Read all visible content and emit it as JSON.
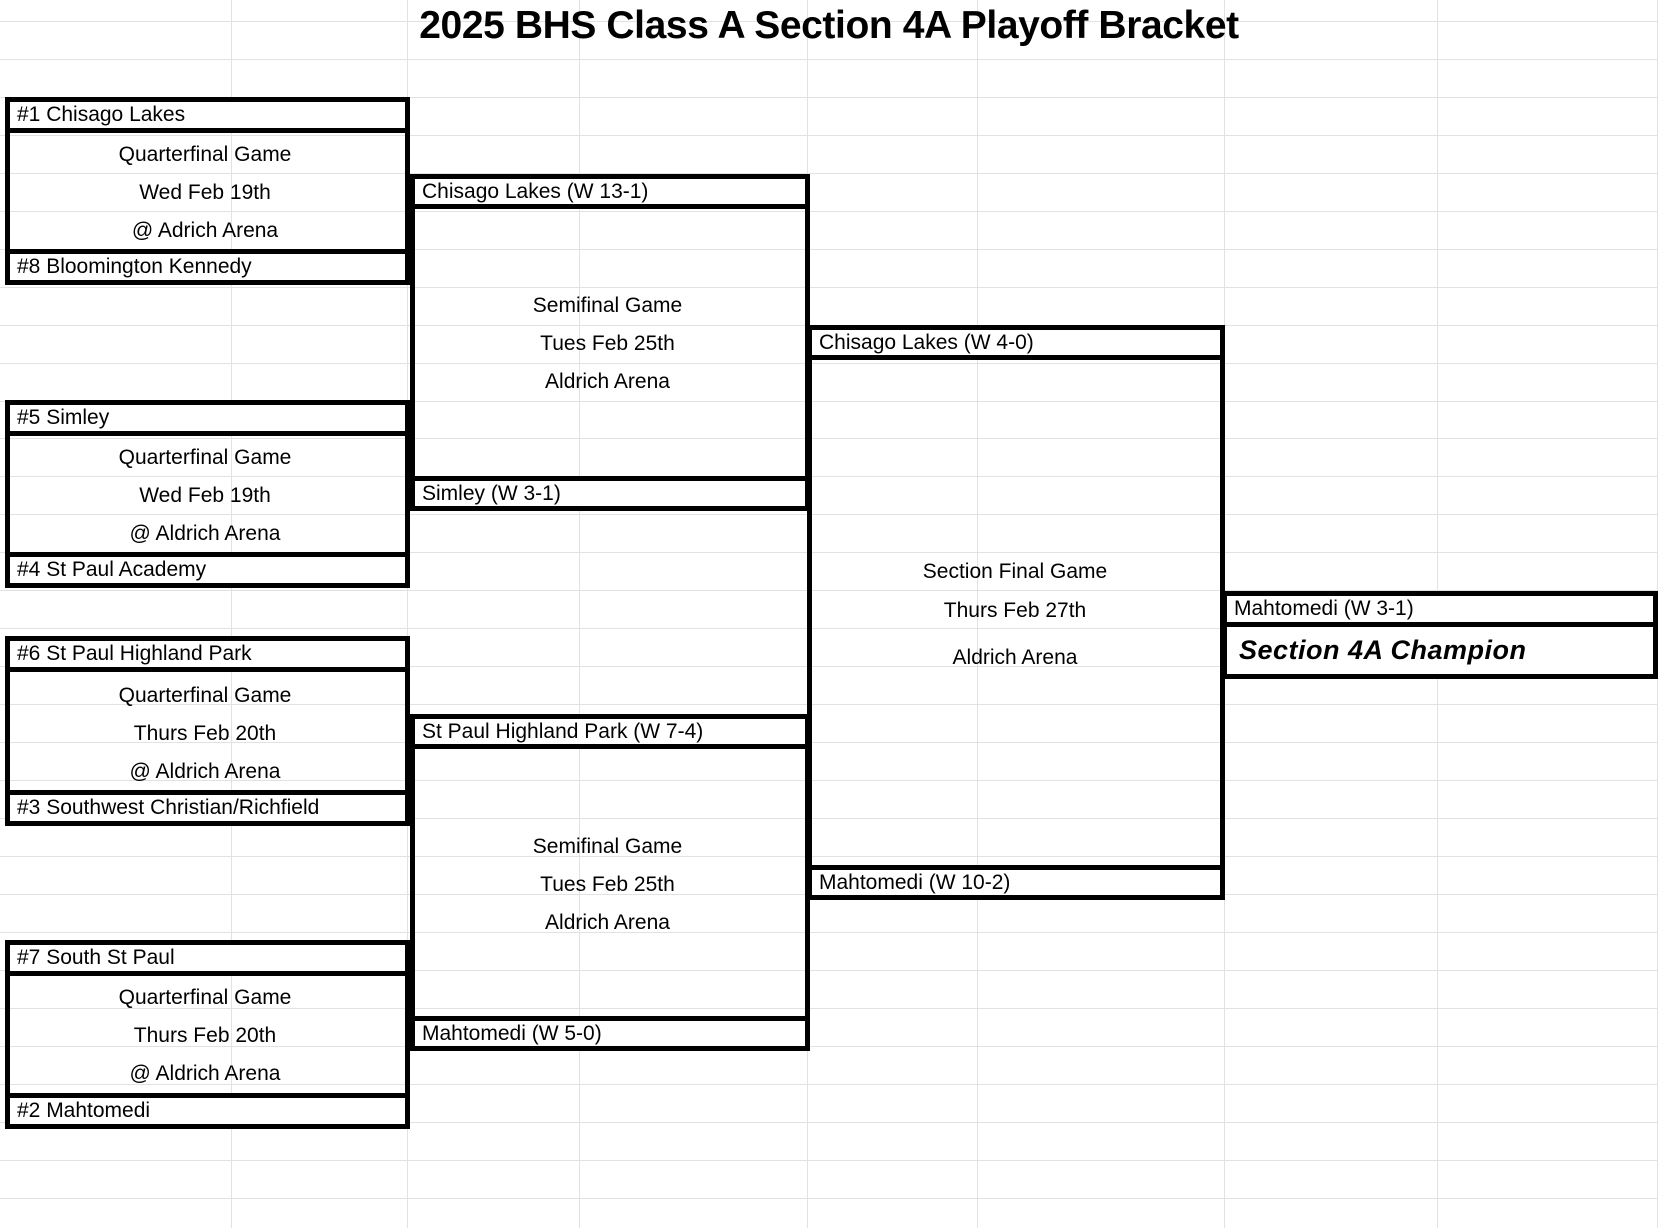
{
  "title": "2025 BHS Class A Section 4A Playoff Bracket",
  "bracket": {
    "round1": {
      "label": "Quarterfinal Game",
      "matchups": [
        {
          "top_seed": "#1 Chisago Lakes",
          "bottom_seed": "#8 Bloomington Kennedy",
          "game_label": "Quarterfinal Game",
          "date": "Wed Feb 19th",
          "venue": "@ Adrich Arena"
        },
        {
          "top_seed": "#5 Simley",
          "bottom_seed": "#4 St Paul Academy",
          "game_label": "Quarterfinal Game",
          "date": "Wed Feb 19th",
          "venue": "@ Aldrich Arena"
        },
        {
          "top_seed": "#6 St Paul Highland Park",
          "bottom_seed": "#3 Southwest Christian/Richfield",
          "game_label": "Quarterfinal Game",
          "date": "Thurs Feb 20th",
          "venue": "@ Aldrich Arena"
        },
        {
          "top_seed": "#7 South St Paul",
          "bottom_seed": "#2 Mahtomedi",
          "game_label": "Quarterfinal Game",
          "date": "Thurs Feb 20th",
          "venue": "@ Aldrich Arena"
        }
      ]
    },
    "round2": {
      "winners": [
        "Chisago Lakes (W 13-1)",
        "Simley (W 3-1)",
        "St Paul Highland Park (W 7-4)",
        "Mahtomedi (W 5-0)"
      ],
      "games": [
        {
          "game_label": "Semifinal Game",
          "date": "Tues Feb 25th",
          "venue": "Aldrich Arena"
        },
        {
          "game_label": "Semifinal Game",
          "date": "Tues Feb 25th",
          "venue": "Aldrich Arena"
        }
      ]
    },
    "round3": {
      "winners": [
        "Chisago Lakes (W 4-0)",
        "Mahtomedi (W 10-2)"
      ],
      "game": {
        "game_label": "Section Final Game",
        "date": "Thurs Feb 27th",
        "venue": "Aldrich Arena"
      }
    },
    "final": {
      "winner": "Mahtomedi (W 3-1)",
      "champion_label": "Section 4A Champion"
    }
  }
}
